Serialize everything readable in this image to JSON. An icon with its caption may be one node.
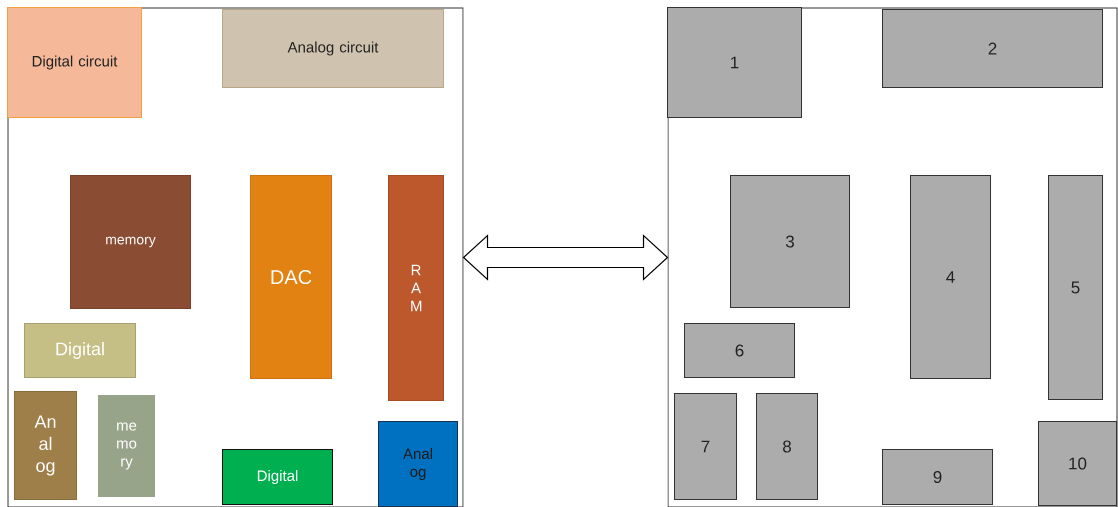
{
  "diagram": {
    "nodes": [
      {
        "text": [],
        "shape": "box"
      },
      {
        "text": [
          "Digital circuit"
        ],
        "in": 0
      },
      {
        "text": [
          "Analog circuit"
        ],
        "in": 0
      },
      {
        "text": [
          "memory"
        ],
        "in": 0
      },
      {
        "text": [
          "DAC"
        ],
        "in": 0
      },
      {
        "text": [
          "R A M"
        ],
        "in": 0
      },
      {
        "text": [
          "Digital"
        ],
        "in": 0
      },
      {
        "text": [
          "An al og"
        ],
        "in": 0
      },
      {
        "text": [
          "me mo ry"
        ],
        "in": 0
      },
      {
        "text": [
          "Digital"
        ],
        "in": 0
      },
      {
        "text": [
          "Anal og"
        ],
        "in": 0
      },
      {
        "text": [],
        "shape": "box"
      },
      {
        "text": [
          "1"
        ],
        "in": 11
      },
      {
        "text": [
          "2"
        ],
        "in": 11
      },
      {
        "text": [
          "3"
        ],
        "in": 11
      },
      {
        "text": [
          "4"
        ],
        "in": 11
      },
      {
        "text": [
          "5"
        ],
        "in": 11
      },
      {
        "text": [
          "6"
        ],
        "in": 11
      },
      {
        "text": [
          "7"
        ],
        "in": 11
      },
      {
        "text": [
          "8"
        ],
        "in": 11
      },
      {
        "text": [
          "9"
        ],
        "in": 11
      },
      {
        "text": [
          "10"
        ],
        "in": 11
      }
    ],
    "edges": [
      {
        "from": 0,
        "to": 11,
        "arrow": "both"
      }
    ]
  }
}
